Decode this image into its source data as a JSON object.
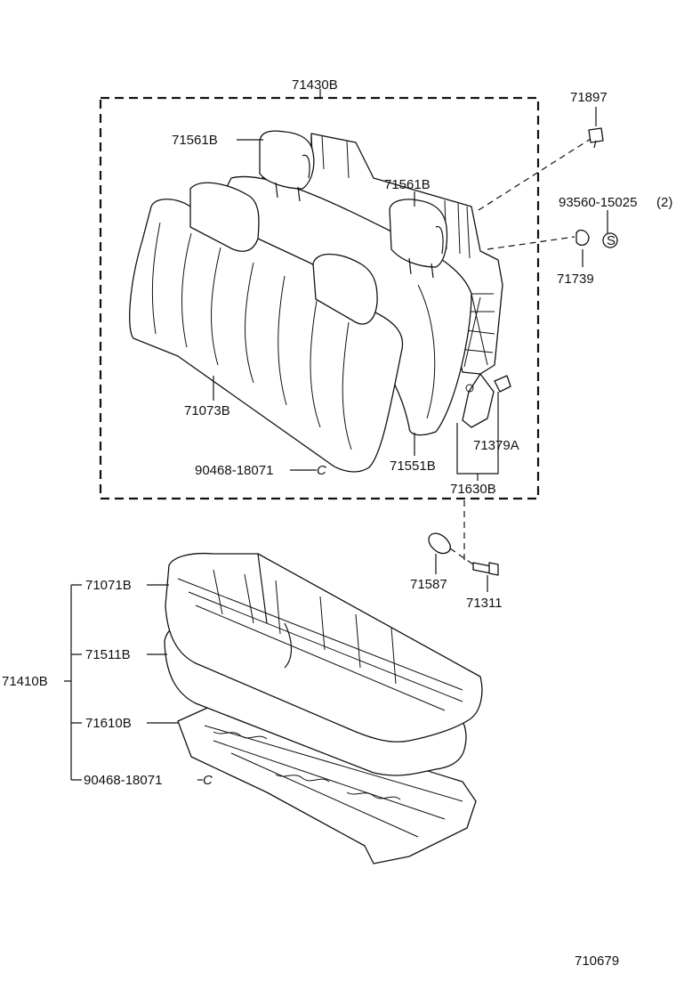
{
  "diagram_id": "710679",
  "labels": {
    "seatback_assy": "71430B",
    "headrest_left": "71561B",
    "headrest_right": "71561B",
    "seatback_cover": "71073B",
    "seatback_pad": "71551B",
    "seatback_frame": "71630B",
    "hog_ring_back": "90468-18071",
    "hog_ring_back_mark": "C",
    "screw_top": "71897",
    "spring_part": "93560-15025",
    "spring_qty": "(2)",
    "spring_mark": "S",
    "clip": "71739",
    "hinge": "71379A",
    "cover_cap": "71587",
    "bolt": "71311",
    "cushion_assy": "71410B",
    "cushion_cover": "71071B",
    "cushion_pad": "71511B",
    "cushion_frame": "71610B",
    "hog_ring_cushion": "90468-18071",
    "hog_ring_cushion_mark": "C"
  }
}
